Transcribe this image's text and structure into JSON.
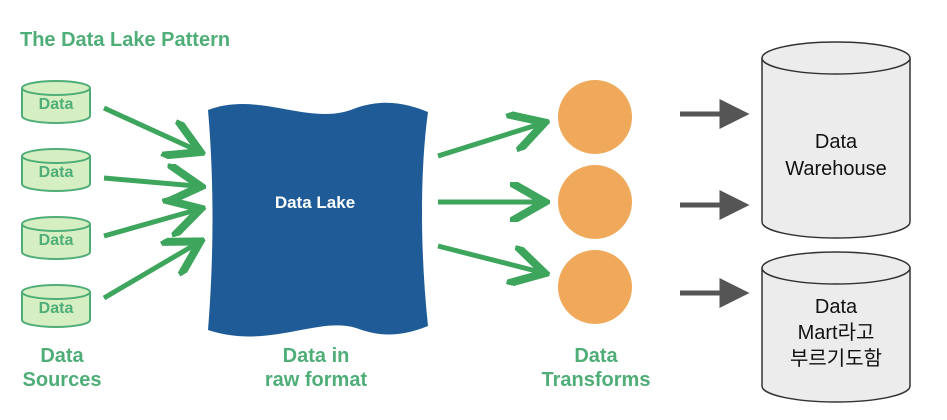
{
  "title": "The Data Lake Pattern",
  "sources": {
    "items": [
      "Data",
      "Data",
      "Data",
      "Data"
    ],
    "caption_line1": "Data",
    "caption_line2": "Sources"
  },
  "lake": {
    "label": "Data Lake",
    "caption_line1": "Data in",
    "caption_line2": "raw format"
  },
  "transforms": {
    "caption_line1": "Data",
    "caption_line2": "Transforms"
  },
  "destinations": {
    "warehouse": {
      "line1": "Data",
      "line2": "Warehouse"
    },
    "mart": {
      "line1": "Data",
      "line2": "Mart라고",
      "line3": "부르기도함"
    }
  },
  "colors": {
    "green": "#4fae78",
    "green_fill": "#d5eec2",
    "arrow_green": "#3ea55d",
    "lake_blue": "#1f5c97",
    "orange": "#f0a95a",
    "gray_fill": "#ececec",
    "dark_arrow": "#555555"
  }
}
